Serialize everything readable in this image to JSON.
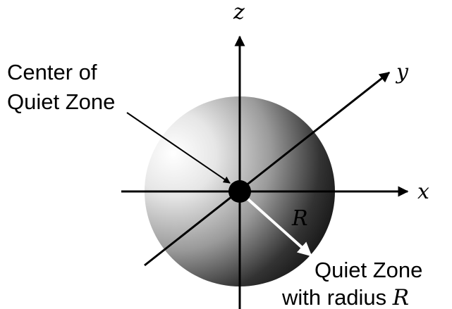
{
  "axes": {
    "x": "x",
    "y": "y",
    "z": "z"
  },
  "labels": {
    "center_line1": "Center of",
    "center_line2": "Quiet Zone",
    "radius_symbol": "R",
    "zone_line1": "Quiet Zone",
    "zone_line2_prefix": "with radius ",
    "zone_line2_symbol": "R"
  },
  "colors": {
    "axis": "#000000",
    "radius_arrow": "#ffffff",
    "sphere_light": "#ffffff",
    "sphere_dark": "#000000"
  }
}
